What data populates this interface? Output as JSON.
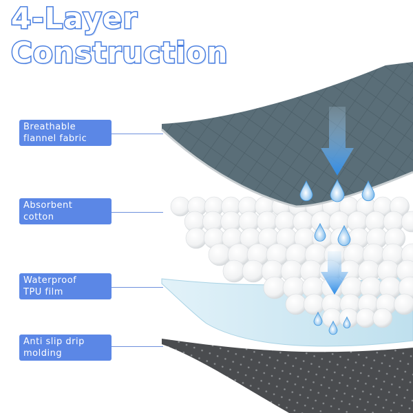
{
  "title": {
    "line1": "4-Layer",
    "line2": "Construction"
  },
  "layers": [
    {
      "line1": "Breathable",
      "line2": "flannel fabric"
    },
    {
      "line1": "Absorbent",
      "line2": "cotton"
    },
    {
      "line1": "Waterproof",
      "line2": "TPU film"
    },
    {
      "line1": "Anti slip drip",
      "line2": "molding"
    }
  ],
  "colors": {
    "title_outline": "#4a7fe0",
    "label_bg": "#5b87e6",
    "flannel": "#5a6e78",
    "tpu": "#cfe8f3",
    "molding": "#4a4c4f",
    "arrow": "#2e8be6"
  }
}
